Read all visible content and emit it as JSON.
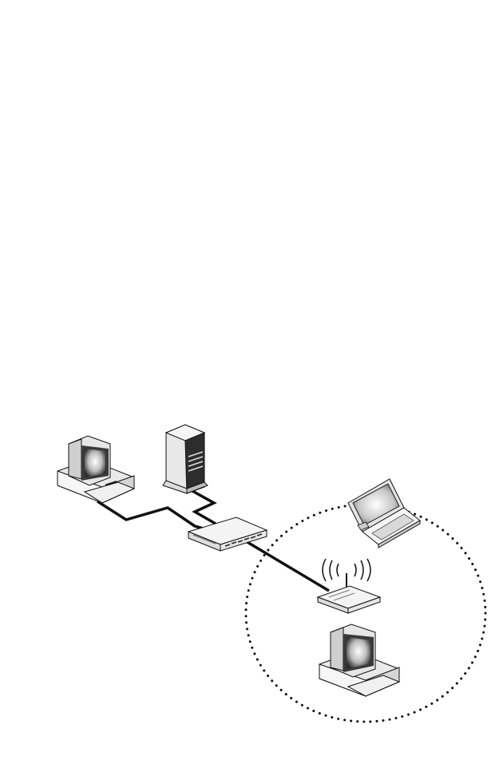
{
  "diagram": {
    "devices": [
      {
        "id": "desktop-pc-1",
        "icon": "desktop-computer-icon"
      },
      {
        "id": "tower-server",
        "icon": "tower-server-icon"
      },
      {
        "id": "network-switch",
        "icon": "network-switch-icon"
      },
      {
        "id": "laptop",
        "icon": "laptop-icon"
      },
      {
        "id": "wireless-access-point",
        "icon": "wireless-router-icon"
      },
      {
        "id": "desktop-pc-2",
        "icon": "desktop-computer-icon"
      }
    ],
    "wired_links": [
      {
        "from": "desktop-pc-1",
        "to": "network-switch"
      },
      {
        "from": "tower-server",
        "to": "network-switch"
      },
      {
        "from": "network-switch",
        "to": "wireless-access-point"
      }
    ],
    "wireless_zone": {
      "style": "dotted",
      "members": [
        "laptop",
        "wireless-access-point",
        "desktop-pc-2"
      ]
    },
    "colors": {
      "line": "#111111",
      "device_body": "#f2f2f2",
      "device_shade": "#c8c8c8",
      "screen_dark": "#2a2a2a",
      "screen_light": "#ffffff"
    }
  }
}
